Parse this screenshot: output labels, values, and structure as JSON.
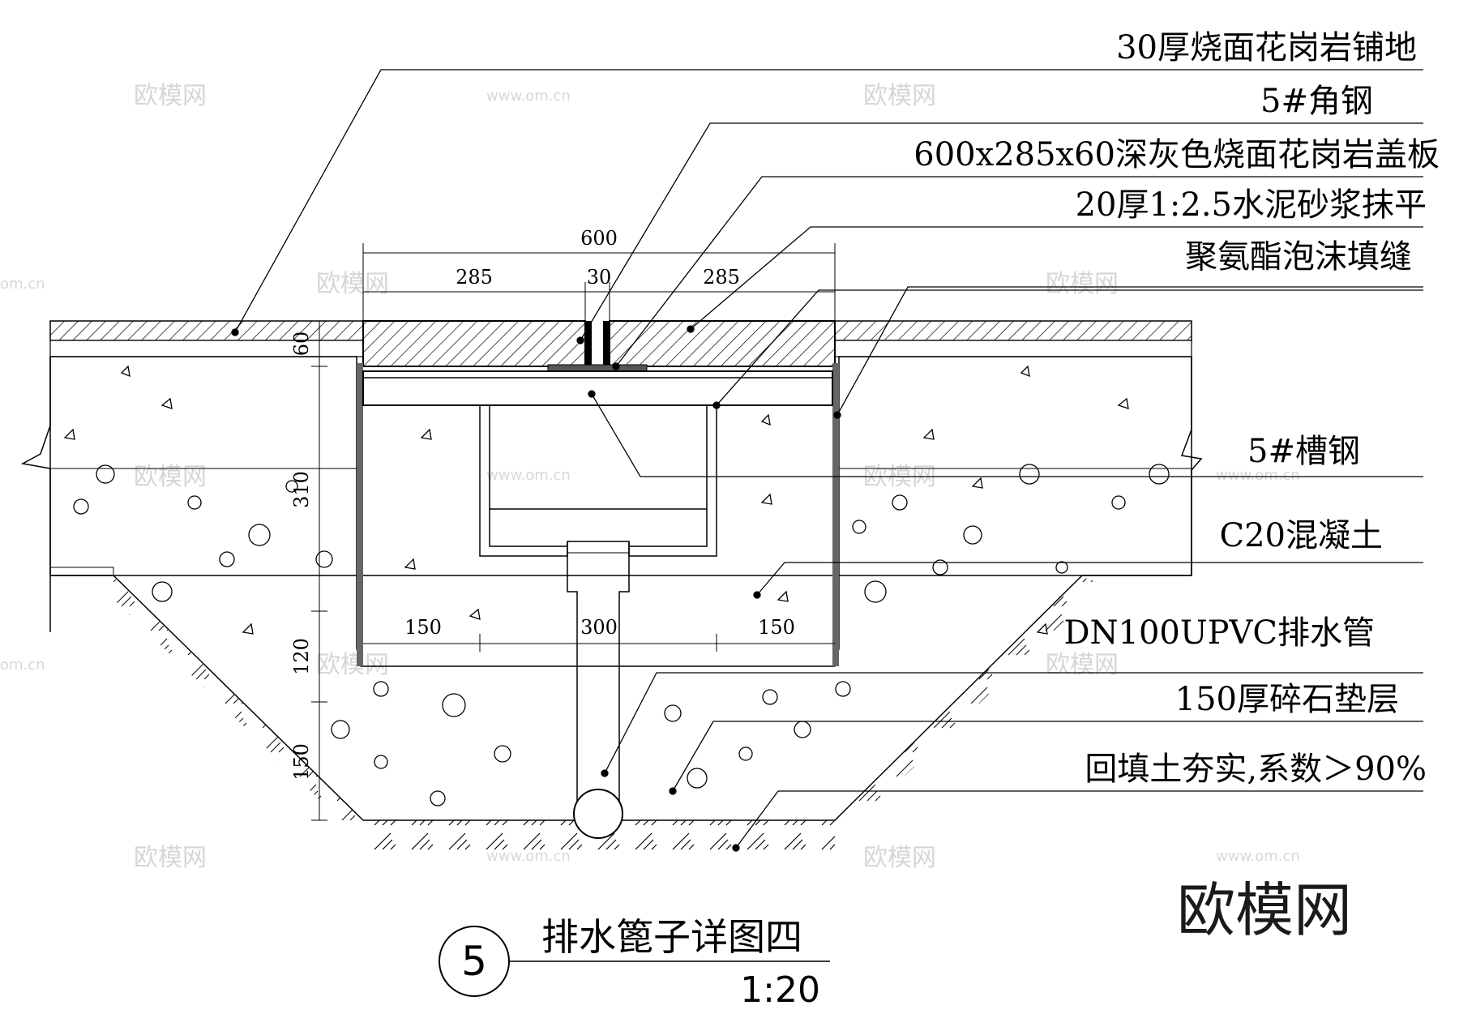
{
  "title": {
    "number": "5",
    "name": "排水篦子详图四",
    "scale": "1:20"
  },
  "notes": [
    "30厚烧面花岗岩铺地",
    "5#角钢",
    "600x285x60深灰色烧面花岗岩盖板",
    "20厚1:2.5水泥砂浆抹平",
    "聚氨酯泡沫填缝",
    "5#槽钢",
    "C20混凝土",
    "DN100UPVC排水管",
    "150厚碎石垫层",
    "回填土夯实,系数＞90%"
  ],
  "dimensions": {
    "top_total": "600",
    "top_left": "285",
    "top_mid": "30",
    "top_right": "285",
    "bottom_left": "150",
    "bottom_mid": "300",
    "bottom_right": "150",
    "side_1": "60",
    "side_2": "310",
    "side_3": "120",
    "side_4": "150"
  },
  "watermarks": {
    "brand": "欧模网",
    "site": "www.om.cn",
    "site_short": "om.cn"
  }
}
